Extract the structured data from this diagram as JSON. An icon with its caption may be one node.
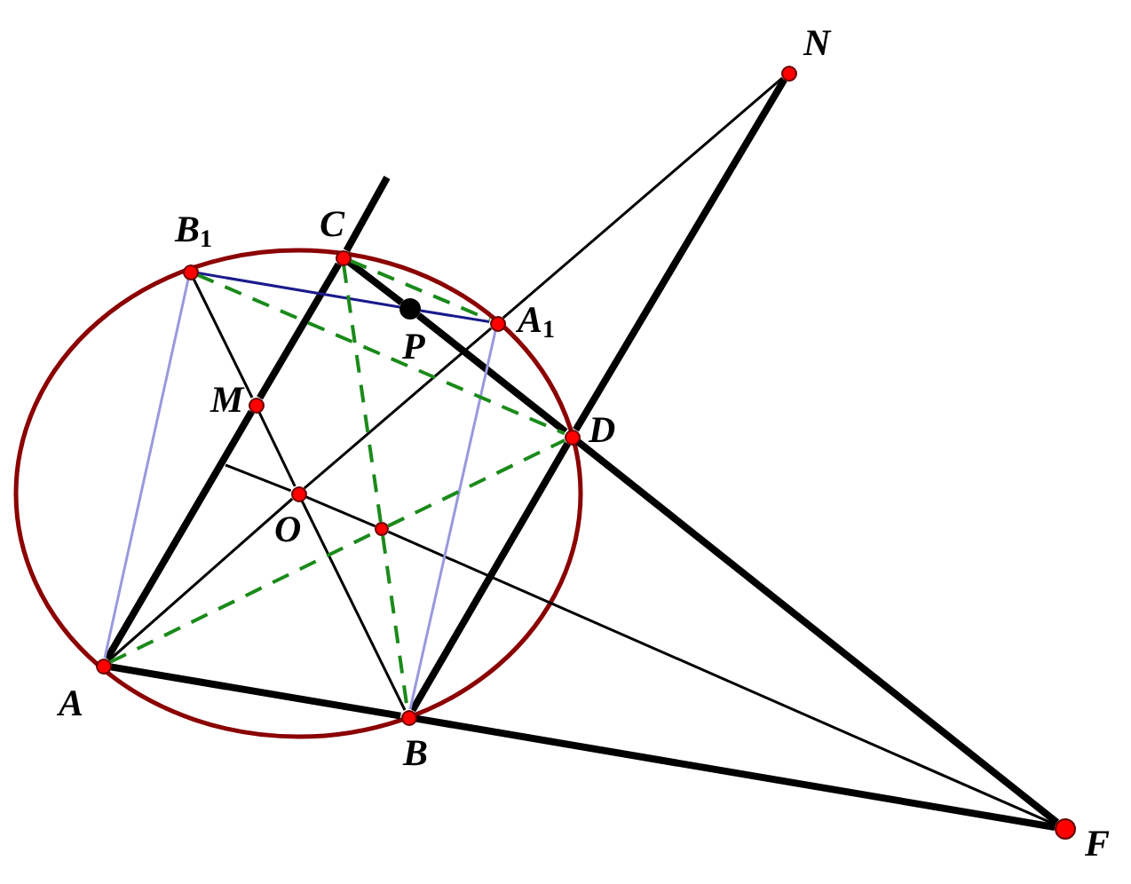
{
  "diagram": {
    "nodes": [
      {
        "text": [
          "N"
        ]
      },
      {
        "text": [
          "B$_{1}$"
        ]
      },
      {
        "text": [
          "C"
        ]
      },
      {
        "text": [
          "P"
        ]
      },
      {
        "text": [
          "A$_{1}$"
        ]
      },
      {
        "text": [
          "M"
        ]
      },
      {
        "text": [
          "D"
        ]
      },
      {
        "text": [
          "O"
        ]
      },
      {
        "text": [],
        "shape": "circle"
      },
      {
        "text": [
          "A"
        ]
      },
      {
        "text": [
          "B"
        ]
      },
      {
        "text": [
          "F"
        ]
      }
    ],
    "edges": [
      {
        "from": 9,
        "to": 5,
        "arrow": "none",
        "style": "thick"
      },
      {
        "from": 5,
        "to": 2,
        "arrow": "none",
        "style": "thick"
      },
      {
        "from": 2,
        "to": null,
        "arrow": "none",
        "style": "thick"
      },
      {
        "from": 2,
        "to": 3,
        "arrow": "none",
        "style": "thick"
      },
      {
        "from": 3,
        "to": 6,
        "arrow": "none",
        "style": "thick"
      },
      {
        "from": 6,
        "to": 11,
        "arrow": "none",
        "style": "thick"
      },
      {
        "from": 9,
        "to": 10,
        "arrow": "none",
        "style": "thick"
      },
      {
        "from": 10,
        "to": 11,
        "arrow": "none",
        "style": "thick"
      },
      {
        "from": 10,
        "to": 6,
        "arrow": "none",
        "style": "thick"
      },
      {
        "from": 6,
        "to": 0,
        "arrow": "none",
        "style": "thick"
      },
      {
        "from": null,
        "to": 7,
        "arrow": "none"
      },
      {
        "from": 7,
        "to": 8,
        "arrow": "none"
      },
      {
        "from": 8,
        "to": 11,
        "arrow": "none"
      },
      {
        "from": 9,
        "to": 7,
        "arrow": "none"
      },
      {
        "from": 7,
        "to": 4,
        "arrow": "none"
      },
      {
        "from": 4,
        "to": 0,
        "arrow": "none"
      },
      {
        "from": 1,
        "to": 5,
        "arrow": "none"
      },
      {
        "from": 5,
        "to": 7,
        "arrow": "none"
      },
      {
        "from": 7,
        "to": 10,
        "arrow": "none"
      },
      {
        "from": 1,
        "to": 3,
        "arrow": "none",
        "color": "#1a1a8c"
      },
      {
        "from": 3,
        "to": 4,
        "arrow": "none",
        "color": "#1a1a8c"
      },
      {
        "from": 1,
        "to": 9,
        "arrow": "none",
        "color": "#9999dd"
      },
      {
        "from": 4,
        "to": 10,
        "arrow": "none",
        "color": "#9999dd"
      },
      {
        "from": 2,
        "to": 4,
        "arrow": "none",
        "style": "dashed",
        "color": "#1a8a1a"
      },
      {
        "from": 1,
        "to": 6,
        "arrow": "none",
        "style": "dashed",
        "color": "#1a8a1a"
      },
      {
        "from": 2,
        "to": 8,
        "arrow": "none",
        "style": "dashed",
        "color": "#1a8a1a"
      },
      {
        "from": 8,
        "to": 10,
        "arrow": "none",
        "style": "dashed",
        "color": "#1a8a1a"
      },
      {
        "from": 9,
        "to": 8,
        "arrow": "none",
        "style": "dashed",
        "color": "#1a8a1a"
      },
      {
        "from": 8,
        "to": 6,
        "arrow": "none",
        "style": "dashed",
        "color": "#1a8a1a"
      }
    ]
  }
}
